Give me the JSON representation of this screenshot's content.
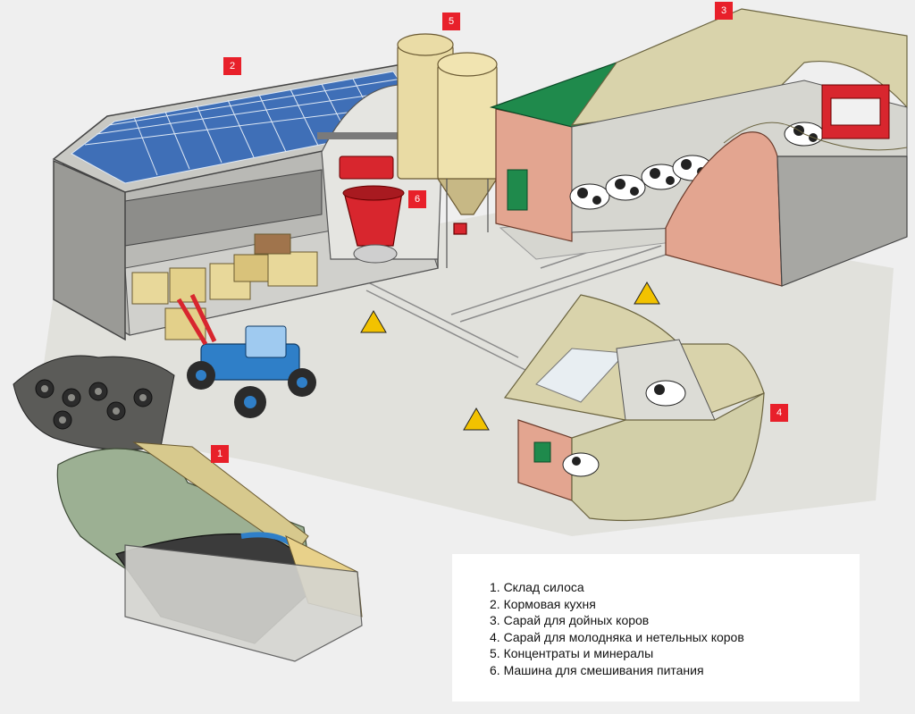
{
  "badges": {
    "silage": "1",
    "kitchen": "2",
    "dairy_barn": "3",
    "heifer_barn": "4",
    "silos": "5",
    "mixer": "6"
  },
  "legend": {
    "items": [
      "1. Склад силоса",
      "2. Кормовая кухня",
      "3. Сарай для дойных коров",
      "4. Сарай для молодняка и нетельных коров",
      "5. Концентраты и минералы",
      "6. Машина для смешивания питания"
    ]
  },
  "colors": {
    "badge": "#e8202a",
    "solar_panel": "#3f6fb7",
    "barn_roof_green": "#1f8a4c",
    "barn_wall": "#e3a590",
    "tractor": "#2f7fc8",
    "mixer_red": "#d8262e",
    "ground": "#dcdcd8"
  }
}
